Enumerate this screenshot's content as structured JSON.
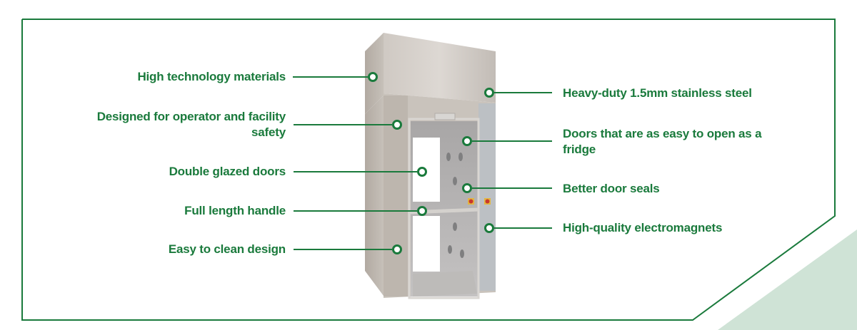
{
  "colors": {
    "accent_green": "#1a7a3c",
    "light_green_triangle": "#cfe3d6",
    "steel_light": "#c9c3bd",
    "steel_dark": "#a59e97"
  },
  "left_features": [
    {
      "label": "High technology materials"
    },
    {
      "label": "Designed for operator and facility safety"
    },
    {
      "label": "Double glazed doors"
    },
    {
      "label": "Full length handle"
    },
    {
      "label": "Easy to clean design"
    }
  ],
  "right_features": [
    {
      "label": "Heavy-duty 1.5mm stainless steel"
    },
    {
      "label": "Doors that are as easy to open as a fridge"
    },
    {
      "label": "Better door seals"
    },
    {
      "label": "High-quality electromagnets"
    }
  ],
  "marker_icon": "circle-marker"
}
